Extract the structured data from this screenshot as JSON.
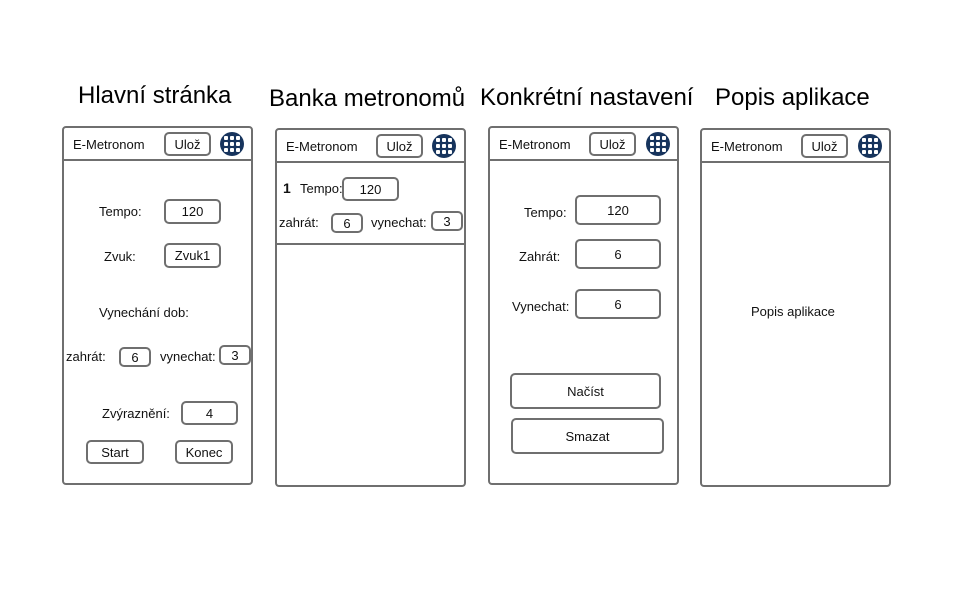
{
  "headings": [
    "Hlavní stránka",
    "Banka metronomů",
    "Konkrétní nastavení",
    "Popis aplikace"
  ],
  "app_title": "E-Metronom",
  "save_label": "Ulož",
  "menu_icon": "grid-menu-icon",
  "menu_icon_color": "#17345d",
  "main_screen": {
    "tempo_label": "Tempo:",
    "tempo_value": "120",
    "sound_label": "Zvuk:",
    "sound_value": "Zvuk1",
    "skip_section_label": "Vynechání dob:",
    "play_label": "zahrát:",
    "play_value": "6",
    "skip_label": "vynechat:",
    "skip_value": "3",
    "accent_label": "Zvýraznění:",
    "accent_value": "4",
    "start_label": "Start",
    "end_label": "Konec"
  },
  "bank_screen": {
    "item_number": "1",
    "tempo_label": "Tempo:",
    "tempo_value": "120",
    "play_label": "zahrát:",
    "play_value": "6",
    "skip_label": "vynechat:",
    "skip_value": "3"
  },
  "detail_screen": {
    "tempo_label": "Tempo:",
    "tempo_value": "120",
    "play_label": "Zahrát:",
    "play_value": "6",
    "skip_label": "Vynechat:",
    "skip_value": "6",
    "load_label": "Načíst",
    "delete_label": "Smazat"
  },
  "about_screen": {
    "text": "Popis aplikace"
  }
}
